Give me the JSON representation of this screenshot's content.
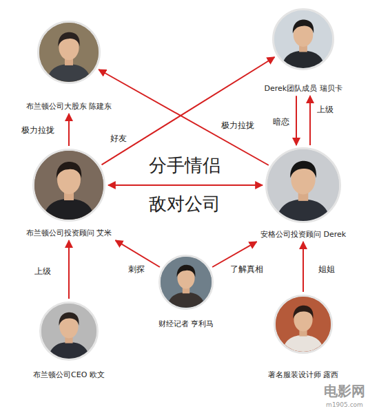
{
  "diagram": {
    "nodes": [
      {
        "text": [
          "布兰顿公司大股东 陈建东"
        ]
      },
      {
        "text": [
          "Derek团队成员 瑞贝卡"
        ]
      },
      {
        "text": [
          "布兰顿公司投资顾问 艾米"
        ]
      },
      {
        "text": [
          "安格公司投资顾问 Derek"
        ]
      },
      {
        "text": [
          "财经记者 亨利马"
        ]
      },
      {
        "text": [
          "布兰顿公司CEO 欧文"
        ]
      },
      {
        "text": [
          "著名服装设计师 露西"
        ]
      }
    ],
    "edges": [
      {
        "from": 2,
        "to": 0,
        "label": "极力拉拢",
        "arrow": "to"
      },
      {
        "from": 3,
        "to": 0,
        "label": "极力拉拢",
        "arrow": "to"
      },
      {
        "from": 2,
        "to": 1,
        "label": "好友",
        "arrow": "to"
      },
      {
        "from": 1,
        "to": 3,
        "label": "暗恋",
        "arrow": "to"
      },
      {
        "from": 3,
        "to": 1,
        "label": "上级",
        "arrow": "to"
      },
      {
        "from": 2,
        "to": 3,
        "label": "分手情侣",
        "arrow": "both"
      },
      {
        "from": 4,
        "to": 2,
        "label": "刺探",
        "arrow": "to"
      },
      {
        "from": 4,
        "to": 3,
        "label": "了解真相",
        "arrow": "to"
      },
      {
        "from": 5,
        "to": 2,
        "label": "上级",
        "arrow": "to"
      },
      {
        "from": 6,
        "to": 3,
        "label": "姐姐",
        "arrow": "to"
      }
    ],
    "labels": [
      "敌对公司",
      "电影网",
      "m1905.com"
    ]
  }
}
